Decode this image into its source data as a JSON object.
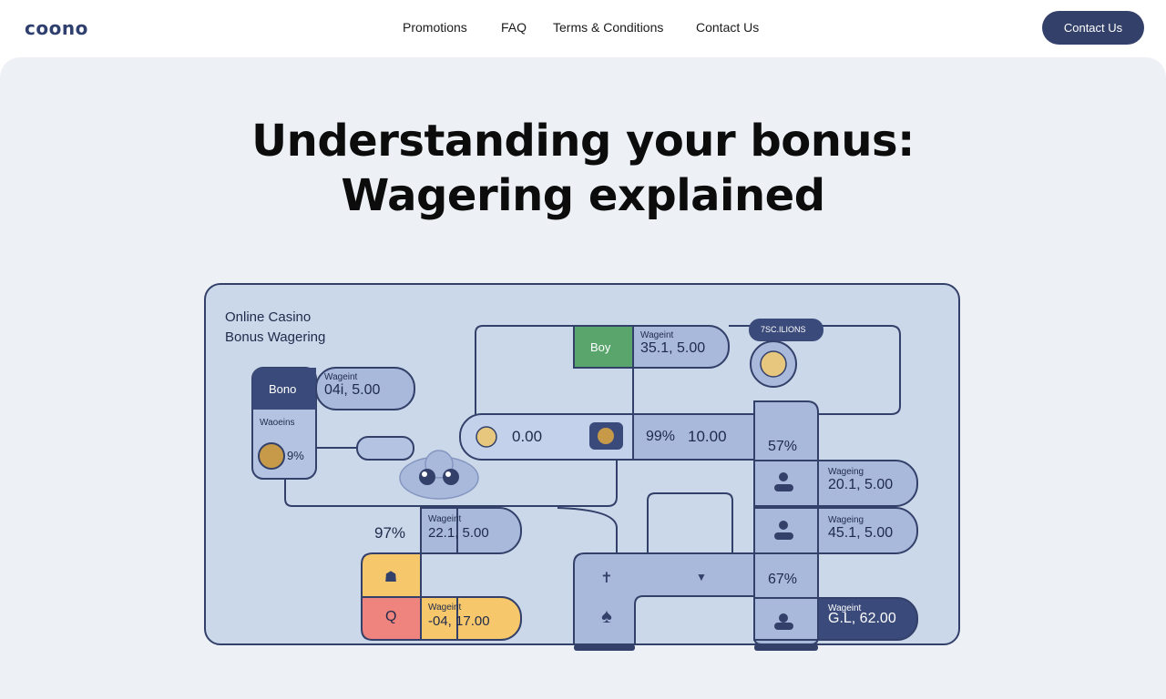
{
  "nav": {
    "logo": "coono",
    "links": [
      "Promotions",
      "FAQ",
      "Terms & Conditions",
      "Contact Us"
    ],
    "cta": "Contact Us"
  },
  "hero": {
    "title_line1": "Understanding your bonus:",
    "title_line2": "Wagering explained"
  },
  "diagram": {
    "heading1": "Online Casino",
    "heading2": "Bonus Wagering",
    "bono_label": "Bono",
    "wageint_small_a": "Wageint",
    "value_a": "04i, 5.00",
    "wageins_label": "Waoeins",
    "pct_a": "9%",
    "boy_label": "Boy",
    "wageint_small_b": "Wageint",
    "value_b": "35.1, 5.00",
    "tag_top": "7SC.ILIONS",
    "zero_value": "0.00",
    "pct_mid": "99%",
    "ten_value": "10.00",
    "pct_57": "57%",
    "wageing_small_c": "Wageing",
    "value_c": "20.1, 5.00",
    "wageing_small_d": "Wageing",
    "value_d": "45.1, 5.00",
    "pct_97": "97%",
    "wageint_small_e": "Wageint",
    "value_e": "22.1, 5.00",
    "pct_67": "67%",
    "wageint_small_f": "Wageint",
    "value_f": "-04, 17.00",
    "wageint_small_g": "Wageint",
    "value_g": "G.L, 62.00",
    "q_label": "Q",
    "colors": {
      "navy": "#33406a",
      "mid": "#9aabcf",
      "green": "#5aa56c",
      "yellow": "#f6c76b",
      "red": "#ef837d"
    }
  }
}
